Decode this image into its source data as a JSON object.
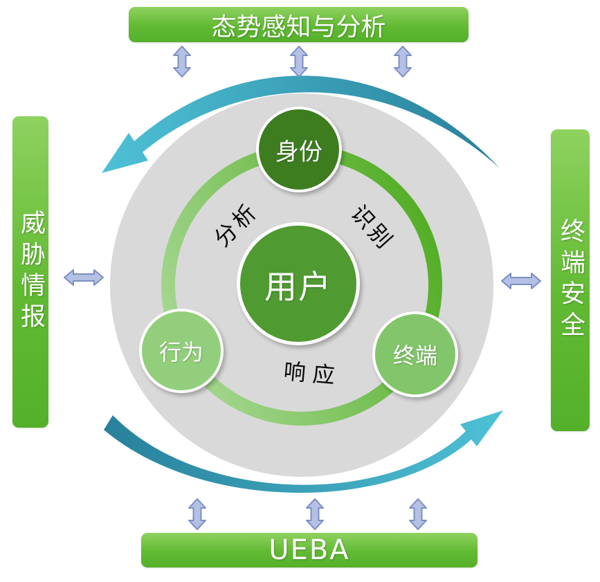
{
  "diagram": {
    "bars": {
      "top": {
        "label": "态势感知与分析"
      },
      "left": {
        "label": "威胁情报"
      },
      "right": {
        "label": "终端安全"
      },
      "bottom": {
        "label": "UEBA"
      }
    },
    "circles": {
      "center": {
        "label": "用户"
      },
      "top": {
        "label": "身份"
      },
      "bottom_left": {
        "label": "行为"
      },
      "bottom_right": {
        "label": "终端"
      }
    },
    "ring_labels": {
      "upper_left": "分析",
      "upper_right": "识别",
      "bottom": "响应"
    },
    "colors": {
      "bar_green_top": "#8ed25f",
      "bar_green_bottom": "#54b02a",
      "center_circle_green": "#4f9a31",
      "top_circle_dark_green": "#3d7d20",
      "behavior_circle_light_green": "#93ce7d",
      "terminal_circle_light_green": "#82c56a",
      "ring_gradient_light": "#a9d996",
      "ring_gradient_dark": "#55ae27",
      "outer_circle_gray": "#d9d9d9",
      "cycle_arrow_teal_light": "#4ec1d6",
      "cycle_arrow_teal_dark": "#28809a",
      "link_arrow_fill": "#b4c0e4",
      "link_arrow_stroke": "#7b8fc3"
    }
  }
}
